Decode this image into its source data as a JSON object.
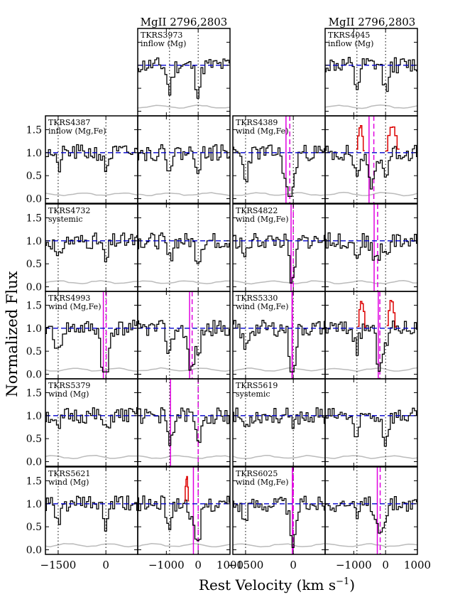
{
  "figure": {
    "ylabel": "Normalized Flux",
    "xlabel": "Rest Velocity (km s",
    "xlabel_sup": "−1",
    "xlabel_close": ")",
    "column_headers": [
      {
        "text": "MgII 2796,2803",
        "column": 1
      },
      {
        "text": "MgII 2796,2803",
        "column": 3
      }
    ],
    "colors": {
      "spectrum": "#000000",
      "continuum": "#0000cc",
      "error": "#bbbbbb",
      "velocity_marker": "#e000e0",
      "emission": "#dd0000"
    }
  },
  "chart_data": {
    "type": "line",
    "description_series": [
      "flux",
      "error spectrum",
      "continuum",
      "velocity markers"
    ],
    "xlim": [
      -1900,
      1000
    ],
    "ylim": [
      -0.1,
      1.8
    ],
    "x_tick_labels": [
      "−1500",
      "0",
      "−1000",
      "0",
      "1000"
    ],
    "x_ticks_col0": [
      -1500,
      0
    ],
    "x_ticks_col1": [
      -1000,
      0,
      1000
    ],
    "y_ticks": [
      0.0,
      0.5,
      1.0,
      1.5
    ],
    "y_tick_labels": [
      "0.0",
      "0.5",
      "1.0",
      "1.5"
    ],
    "continuum_level": 1.0,
    "panels": [
      {
        "id": "TKRS3973",
        "label": "inflow (Mg)",
        "row": 0,
        "col": 1,
        "dotted": [
          -900,
          0
        ],
        "magenta": [],
        "seed": 11
      },
      {
        "id": "TKRS4045",
        "label": "inflow (Mg)",
        "row": 0,
        "col": 3,
        "dotted": [
          -900,
          0
        ],
        "magenta": [],
        "seed": 12
      },
      {
        "id": "TKRS4387",
        "label": "inflow (Mg,Fe)",
        "row": 1,
        "col": 0,
        "dotted": [
          -1500,
          0
        ],
        "magenta": [],
        "seed": 21
      },
      {
        "id": "",
        "label": "",
        "row": 1,
        "col": 1,
        "dotted": [
          -900,
          0
        ],
        "magenta": [],
        "seed": 22
      },
      {
        "id": "TKRS4389",
        "label": "wind (Mg,Fe)",
        "row": 1,
        "col": 2,
        "dotted": [
          -1500,
          0
        ],
        "magenta": [
          -230,
          -110
        ],
        "seed": 23
      },
      {
        "id": "",
        "label": "",
        "row": 1,
        "col": 3,
        "dotted": [
          -900,
          0
        ],
        "magenta": [
          -520,
          -370
        ],
        "seed": 24,
        "emission": [
          [
            -900,
            -680
          ],
          [
            30,
            400
          ]
        ]
      },
      {
        "id": "TKRS4732",
        "label": "systemic",
        "row": 2,
        "col": 0,
        "dotted": [
          -1500,
          0
        ],
        "magenta": [],
        "seed": 31
      },
      {
        "id": "",
        "label": "",
        "row": 2,
        "col": 1,
        "dotted": [
          -900,
          0
        ],
        "magenta": [],
        "seed": 32
      },
      {
        "id": "TKRS4822",
        "label": "wind (Mg,Fe)",
        "row": 2,
        "col": 2,
        "dotted": [
          -1500,
          0
        ],
        "magenta": [
          -70,
          0
        ],
        "seed": 33
      },
      {
        "id": "",
        "label": "",
        "row": 2,
        "col": 3,
        "dotted": [
          -900,
          0
        ],
        "magenta": [
          -360,
          -250
        ],
        "seed": 34
      },
      {
        "id": "TKRS4993",
        "label": "wind (Mg,Fe)",
        "row": 3,
        "col": 0,
        "dotted": [
          -1500,
          0
        ],
        "magenta": [
          -80,
          10
        ],
        "seed": 41
      },
      {
        "id": "",
        "label": "",
        "row": 3,
        "col": 1,
        "dotted": [
          -900,
          0
        ],
        "magenta": [
          -270,
          -190
        ],
        "seed": 42
      },
      {
        "id": "TKRS5330",
        "label": "wind (Mg,Fe)",
        "row": 3,
        "col": 2,
        "dotted": [
          -1500,
          0
        ],
        "magenta": [
          -40,
          -20
        ],
        "seed": 43
      },
      {
        "id": "",
        "label": "",
        "row": 3,
        "col": 3,
        "dotted": [
          -900,
          0
        ],
        "magenta": [
          -230,
          -180
        ],
        "seed": 44,
        "emission": [
          [
            -860,
            -630
          ],
          [
            60,
            320
          ]
        ]
      },
      {
        "id": "TKRS5379",
        "label": "wind (Mg)",
        "row": 4,
        "col": 0,
        "dotted": [
          -1500,
          0
        ],
        "magenta": [],
        "seed": 51
      },
      {
        "id": "",
        "label": "",
        "row": 4,
        "col": 1,
        "dotted": [
          -900,
          0
        ],
        "magenta": [
          -870,
          0
        ],
        "seed": 52
      },
      {
        "id": "TKRS5619",
        "label": "systemic",
        "row": 4,
        "col": 2,
        "dotted": [
          -1500,
          0
        ],
        "magenta": [],
        "seed": 53
      },
      {
        "id": "",
        "label": "",
        "row": 4,
        "col": 3,
        "dotted": [
          -900,
          0
        ],
        "magenta": [],
        "seed": 54
      },
      {
        "id": "TKRS5621",
        "label": "wind (Mg)",
        "row": 5,
        "col": 0,
        "dotted": [
          -1500,
          0
        ],
        "magenta": [],
        "seed": 61
      },
      {
        "id": "",
        "label": "",
        "row": 5,
        "col": 1,
        "dotted": [
          -900,
          0
        ],
        "magenta": [
          -150,
          0
        ],
        "seed": 62,
        "emission": [
          [
            -420,
            -300
          ]
        ]
      },
      {
        "id": "TKRS6025",
        "label": "wind (Mg,Fe)",
        "row": 5,
        "col": 2,
        "dotted": [
          -1500,
          0
        ],
        "magenta": [
          -30,
          0
        ],
        "seed": 63
      },
      {
        "id": "",
        "label": "",
        "row": 5,
        "col": 3,
        "dotted": [
          -900,
          0
        ],
        "magenta": [
          -260,
          -170
        ],
        "seed": 64
      }
    ]
  }
}
